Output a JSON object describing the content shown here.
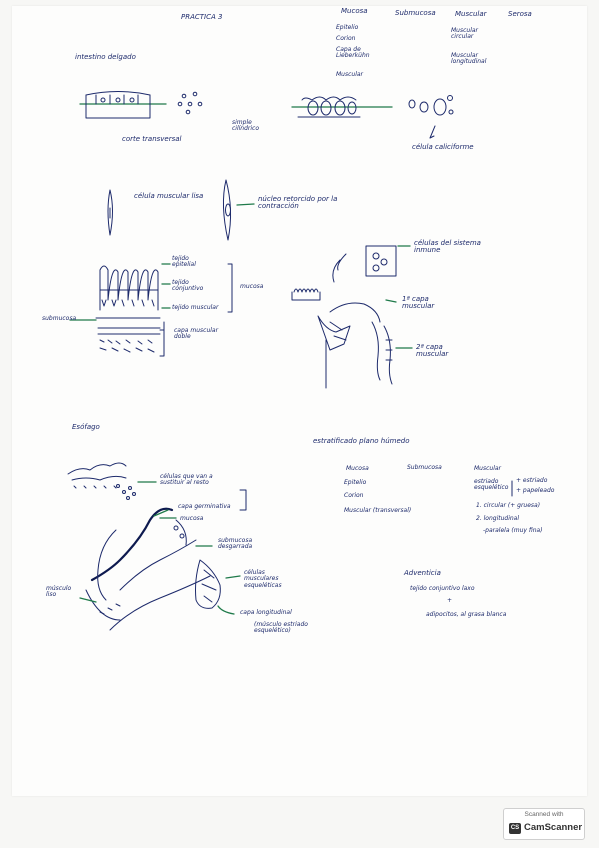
{
  "title": "PRACTICA 3",
  "section1": {
    "heading": "intestino delgado",
    "layers_header": {
      "mucosa": "Mucosa",
      "submucosa": "Submucosa",
      "muscular": "Muscular",
      "serosa": "Serosa"
    },
    "mucosa_items": [
      "Epitelio",
      "Corion",
      "Capa de Lieberkühn",
      "Muscular"
    ],
    "muscular_items": [
      "Muscular circular",
      "Muscular longitudinal"
    ],
    "corte": "corte transversal",
    "simple": "simple cilíndrico",
    "celula_caliciforme": "célula caliciforme",
    "celula_muscular_lisa": "célula muscular lisa",
    "nucleo": "núcleo retorcido por la contracción",
    "tejido_epitelial": "tejido epitelial",
    "tejido_conjuntivo": "tejido conjuntivo",
    "tejido_muscular": "tejido muscular",
    "mucosa_label": "mucosa",
    "submucosa_label": "submucosa",
    "capa_muscular_doble": "capa muscular doble",
    "celulas_sistema_inmune": "células del sistema inmune",
    "capa_muscular_1": "1ª capa muscular",
    "capa_muscular_2": "2ª capa muscular"
  },
  "section2": {
    "heading": "Esófago",
    "epitelio": "estratificado plano húmedo",
    "columns": {
      "mucosa": "Mucosa",
      "submucosa": "Submucosa",
      "muscular": "Muscular"
    },
    "mucosa_items": [
      "Epitelio",
      "Corion",
      "Muscular (transversal)"
    ],
    "muscular_items": [
      "estriado esquelético",
      "+ estriado",
      "+ papeleado",
      "1. circular (+ gruesa)",
      "2. longitudinal",
      "-paralela (muy fina)"
    ],
    "adventicia": "Adventicia",
    "adventicia_items": [
      "tejido conjuntivo laxo",
      "+",
      "adipocitos, al grasa blanca"
    ],
    "celulas_anterior": "células que van a sustituir al resto",
    "capa_germinativa": "capa germinativa",
    "mucosa_label": "mucosa",
    "submucosa_desgarrada": "submucosa desgarrada",
    "celulas_musculares": "células musculares esqueléticas",
    "musculo_liso": "músculo liso",
    "capa_longitudinal": "capa longitudinal",
    "capa_longitudinal_sub": "(músculo estriado esquelético)"
  },
  "scanner": {
    "top": "Scanned with",
    "name": "CamScanner",
    "logo": "CS"
  }
}
